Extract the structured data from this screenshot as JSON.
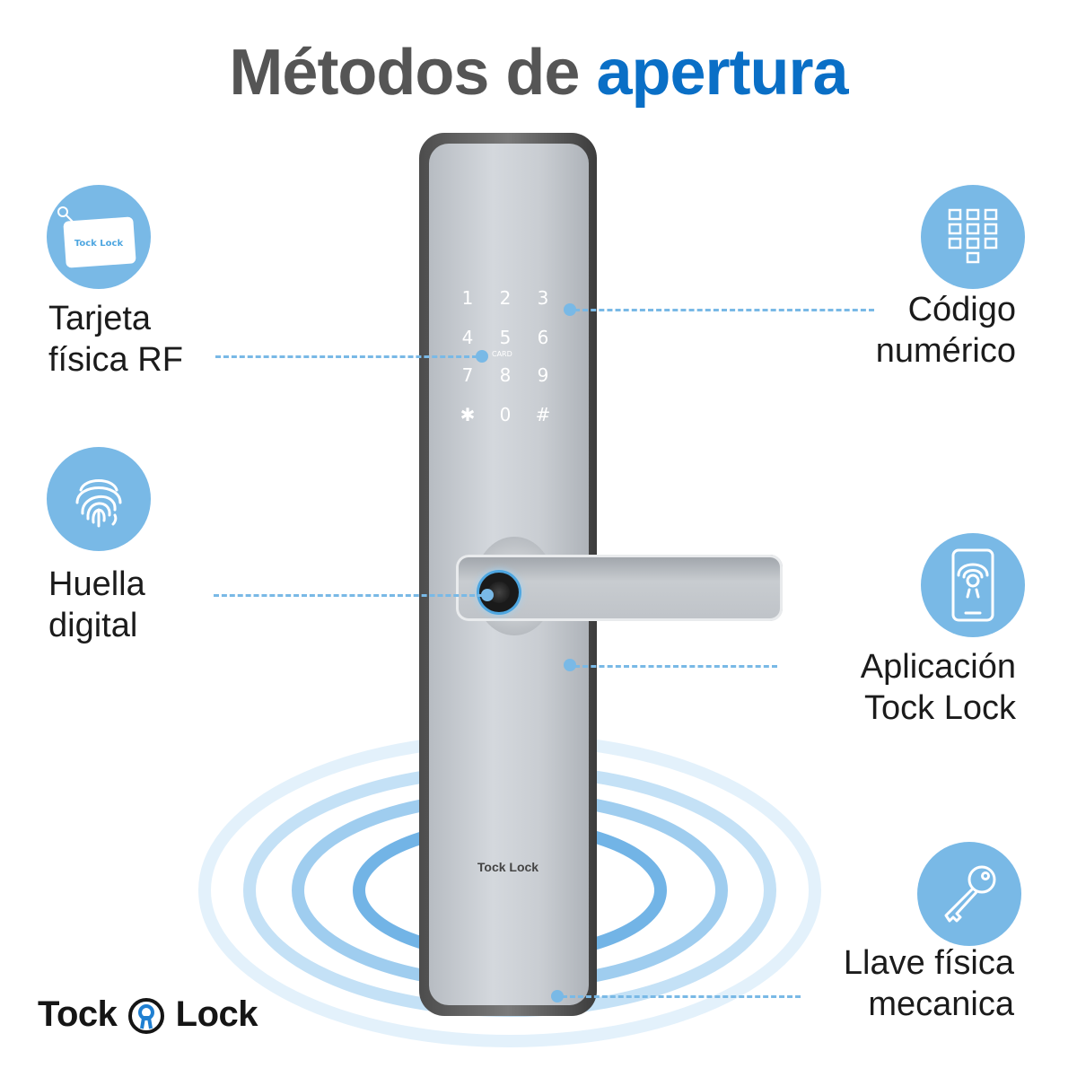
{
  "title": {
    "prefix": "Métodos de",
    "accent": "apertura"
  },
  "methods": {
    "card": {
      "line1": "Tarjeta",
      "line2": "física RF",
      "icon": "rfid-card-icon",
      "card_brand": "Tock Lock"
    },
    "fingerprint": {
      "line1": "Huella",
      "line2": "digital",
      "icon": "fingerprint-icon"
    },
    "code": {
      "line1": "Código",
      "line2": "numérico",
      "icon": "keypad-icon"
    },
    "app": {
      "line1": "Aplicación",
      "line2": "Tock Lock",
      "icon": "phone-app-icon"
    },
    "key": {
      "line1": "Llave física",
      "line2": "mecanica",
      "icon": "key-icon"
    }
  },
  "keypad": {
    "keys": [
      "1",
      "2",
      "3",
      "4",
      "5",
      "6",
      "7",
      "8",
      "9",
      "✱",
      "0",
      "#"
    ],
    "card_label": "CARD"
  },
  "lock_brand": "Tock Lock",
  "brand": {
    "left": "Tock",
    "right": "Lock"
  },
  "colors": {
    "accent": "#0a6fc6",
    "icon_bg": "#79b9e6",
    "title": "#555555"
  }
}
